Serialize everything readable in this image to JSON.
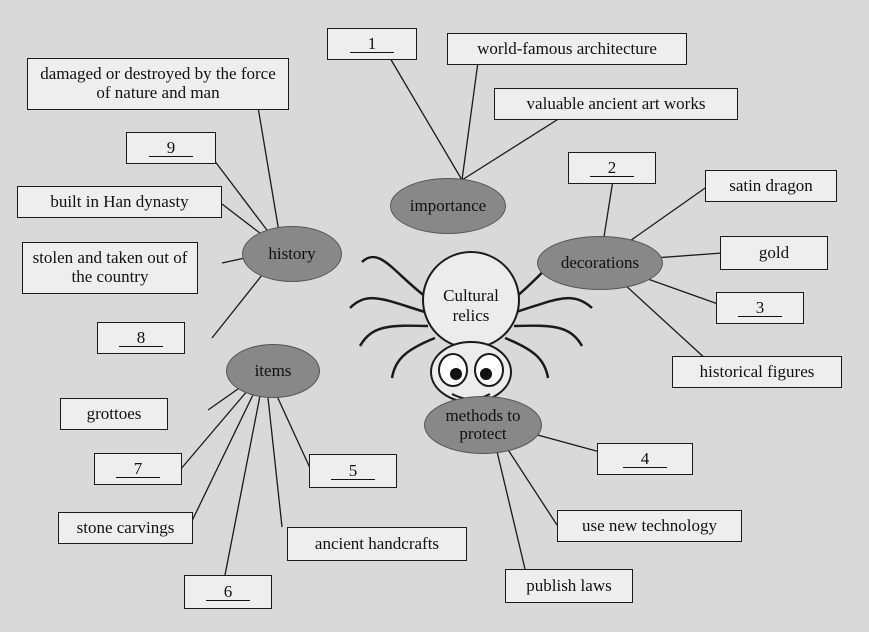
{
  "center": {
    "label_line1": "Cultural",
    "label_line2": "relics"
  },
  "hubs": {
    "importance": "importance",
    "decorations": "decorations",
    "history": "history",
    "items": "items",
    "methods": "methods to protect"
  },
  "blanks": {
    "b1": "1",
    "b2": "2",
    "b3": "3",
    "b4": "4",
    "b5": "5",
    "b6": "6",
    "b7": "7",
    "b8": "8",
    "b9": "9"
  },
  "boxes": {
    "world_famous": "world-famous architecture",
    "valuable_art": "valuable ancient art works",
    "damaged": "damaged or destroyed by the force of nature and man",
    "han": "built in Han dynasty",
    "stolen": "stolen and taken out of the country",
    "satin": "satin dragon",
    "gold": "gold",
    "historical": "historical figures",
    "grottoes": "grottoes",
    "stone": "stone carvings",
    "handcrafts": "ancient handcrafts",
    "new_tech": "use new technology",
    "laws": "publish laws"
  },
  "colors": {
    "hub": "#888888",
    "box": "#eeeeee",
    "line": "#1a1a1a",
    "page": "#d9d9d9"
  }
}
